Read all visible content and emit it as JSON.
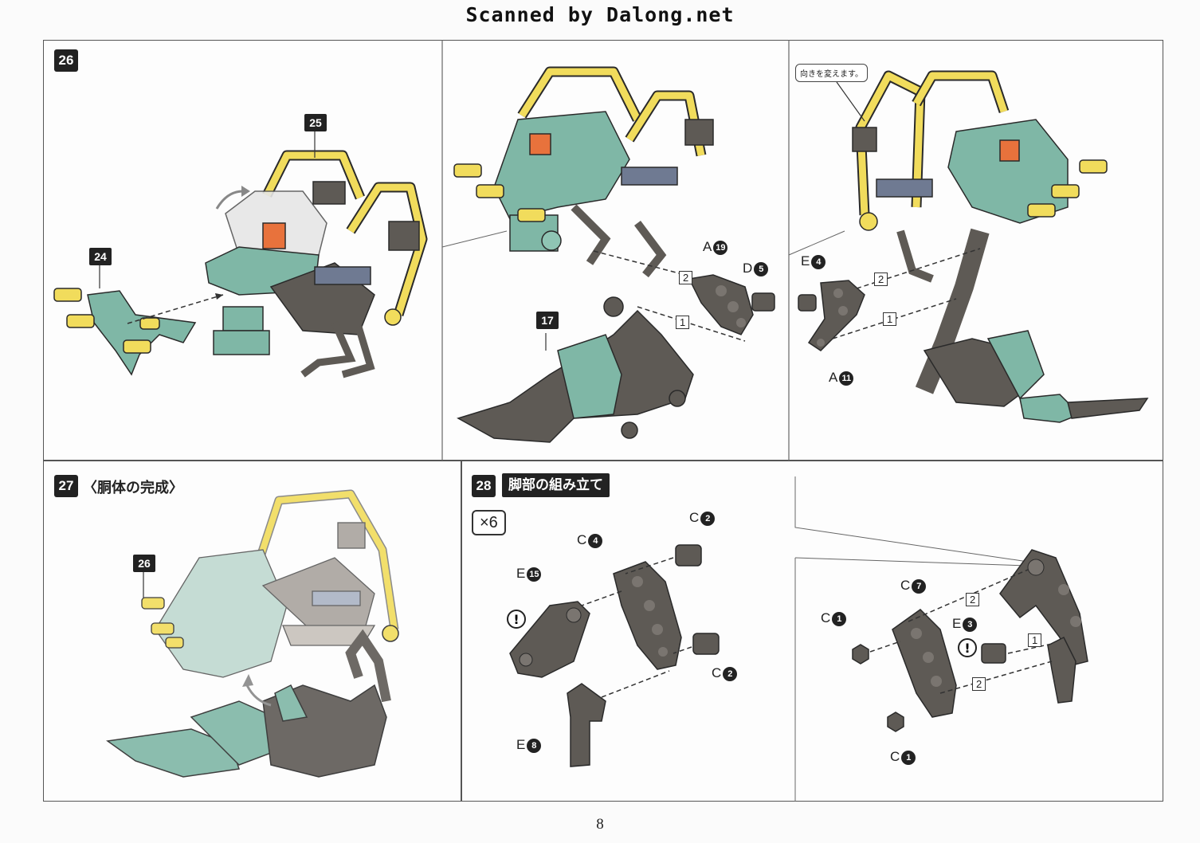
{
  "watermark": "Scanned by Dalong.net",
  "page_number": "8",
  "colors": {
    "teal": "#7fb7a6",
    "teal_dark": "#4f8c7c",
    "yellow": "#f1dc5c",
    "gray_dark": "#5e5a55",
    "orange": "#e8723c",
    "outline": "#2a2a2a"
  },
  "step26": {
    "number": "26",
    "tags": {
      "a": "25",
      "b": "24",
      "c": "17"
    },
    "part_labels": {
      "a19": {
        "letter": "A",
        "num": "19"
      },
      "d5": {
        "letter": "D",
        "num": "5"
      },
      "e4": {
        "letter": "E",
        "num": "4"
      },
      "a11": {
        "letter": "A",
        "num": "11"
      }
    },
    "seq": {
      "one": "1",
      "two": "2"
    },
    "note": "向きを変えます。"
  },
  "step27": {
    "number": "27",
    "title": "〈胴体の完成〉",
    "tag": "26"
  },
  "step28": {
    "number": "28",
    "title": "脚部の組み立て",
    "multiplier": "×6",
    "warn": "!",
    "part_labels": {
      "c2a": {
        "letter": "C",
        "num": "2"
      },
      "c4": {
        "letter": "C",
        "num": "4"
      },
      "e15": {
        "letter": "E",
        "num": "15"
      },
      "c2b": {
        "letter": "C",
        "num": "2"
      },
      "e8": {
        "letter": "E",
        "num": "8"
      },
      "c7": {
        "letter": "C",
        "num": "7"
      },
      "c1a": {
        "letter": "C",
        "num": "1"
      },
      "e3": {
        "letter": "E",
        "num": "3"
      },
      "c1b": {
        "letter": "C",
        "num": "1"
      }
    },
    "seq": {
      "one": "1",
      "two": "2"
    }
  }
}
